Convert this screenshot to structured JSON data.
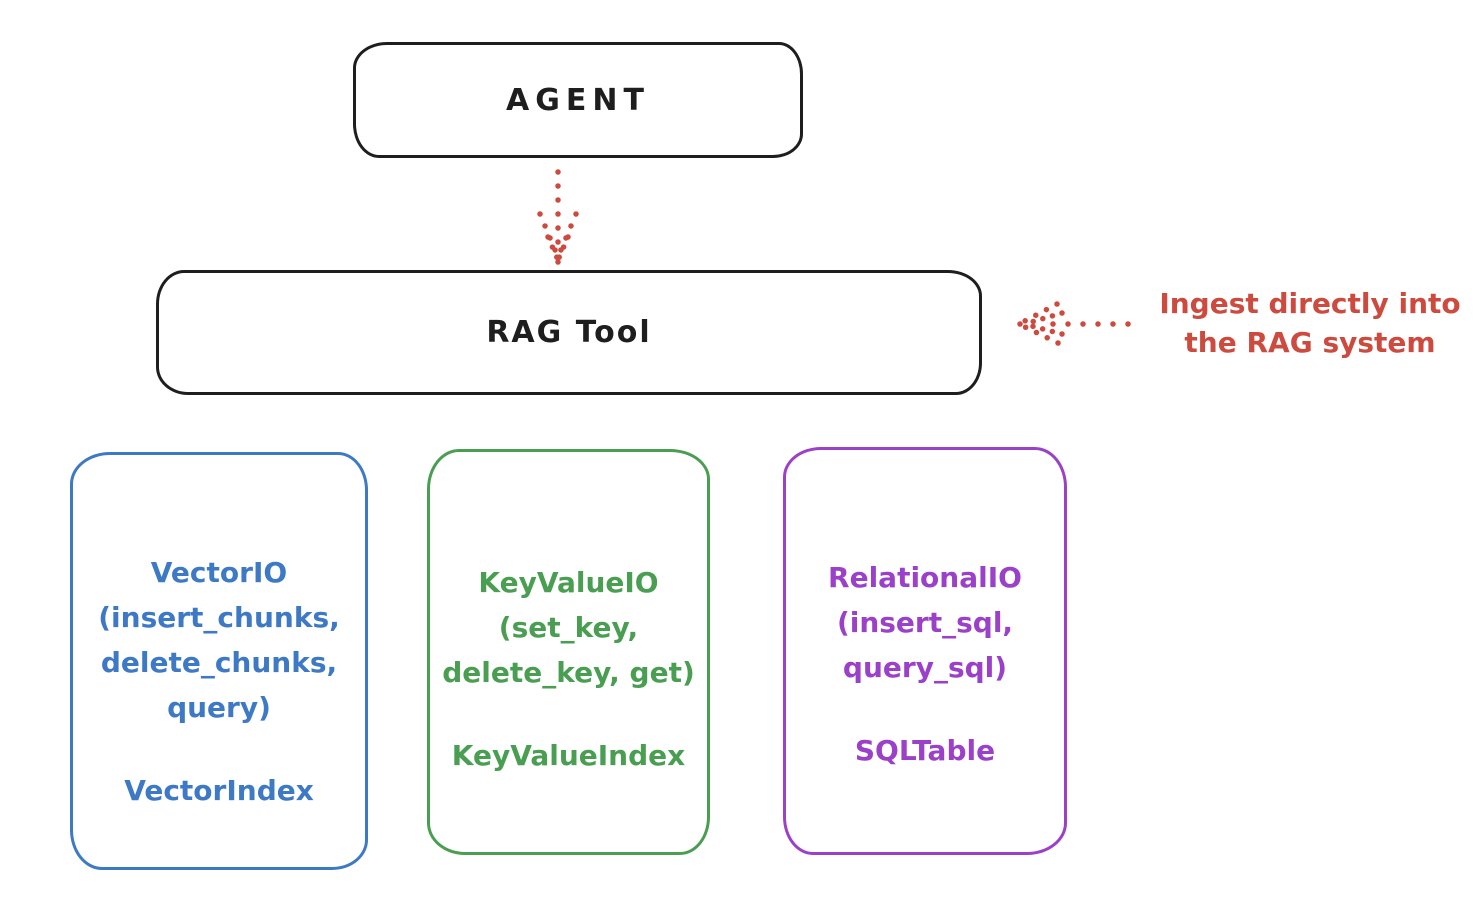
{
  "colors": {
    "ink": "#1e1e1e",
    "red": "#cd4a3f",
    "blue": "#3d79c5",
    "green": "#4a9e52",
    "purple": "#9b40c8"
  },
  "nodes": {
    "agent": {
      "label": "AGENT"
    },
    "rag_tool": {
      "label": "RAG Tool"
    }
  },
  "annotation": {
    "line1": "Ingest directly into",
    "line2": "the RAG system"
  },
  "cards": [
    {
      "color": "#3d79c5",
      "lines": [
        "VectorIO",
        "(insert_chunks,",
        "delete_chunks,",
        "query)"
      ],
      "index_label": "VectorIndex"
    },
    {
      "color": "#4a9e52",
      "lines": [
        "KeyValueIO",
        "(set_key,",
        "delete_key, get)"
      ],
      "index_label": "KeyValueIndex"
    },
    {
      "color": "#9b40c8",
      "lines": [
        "RelationalIO",
        "(insert_sql,",
        "query_sql)"
      ],
      "index_label": "SQLTable"
    }
  ]
}
